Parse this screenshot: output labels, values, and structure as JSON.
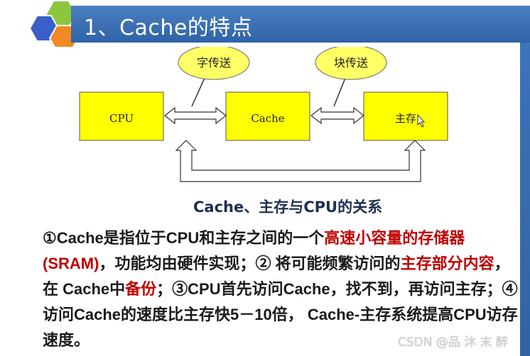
{
  "slide": {
    "title": "1、Cache的特点",
    "diagram": {
      "cpu_label": "CPU",
      "cache_label": "Cache",
      "memory_label": "主存",
      "bubble_word": "字传送",
      "bubble_block": "块传送"
    },
    "caption": "Cache、主存与CPU的关系",
    "paragraph": {
      "p1": "①Cache是指位于CPU和主存之间的一个",
      "p1_red": "高速小容量的存储器(SRAM)",
      "p2": "，功能均由硬件实现；② 将可能频繁访问的",
      "p2_red": "主存部分内容",
      "p3": "，在 Cache中",
      "p3_red": "备份",
      "p4": "；③CPU首先访问Cache，找不到，再访问主存；④访问Cache的速度比主存快5－10倍， Cache-主存系统提高CPU访存速度。"
    },
    "watermark": "CSDN @品 沐 末 醉"
  },
  "colors": {
    "title_band": "#2f63a7",
    "box_fill": "#ffff00",
    "bubble_fill": "#ffff66",
    "red_text": "#c00000",
    "hex_blue": "#3b5fc8",
    "hex_green": "#8cc63f",
    "hex_orange": "#f08a24"
  }
}
